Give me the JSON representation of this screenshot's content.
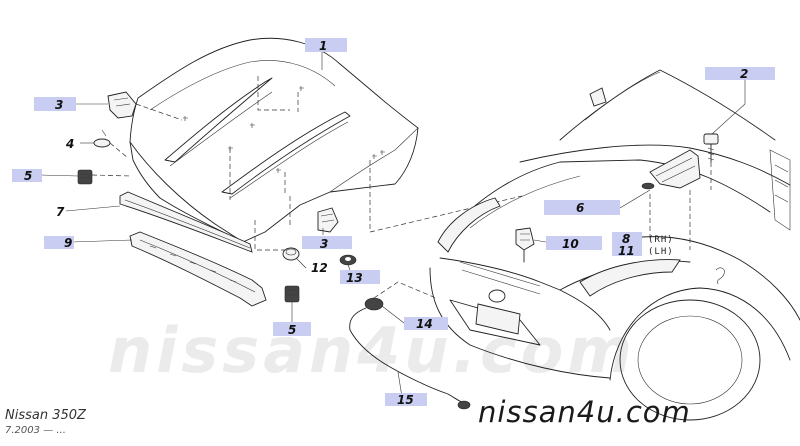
{
  "watermark": {
    "center_text": "nissan4u.com",
    "corner_text": "nissan4u.com"
  },
  "caption": {
    "model": "Nissan 350Z",
    "date": "7.2003 — ..."
  },
  "callouts": {
    "c1": "1",
    "c2": "2",
    "c3a": "3",
    "c3b": "3",
    "c4": "4",
    "c5a": "5",
    "c5b": "5",
    "c6": "6",
    "c7": "7",
    "c8": "8",
    "c9": "9",
    "c10": "10",
    "c11": "11",
    "c12": "12",
    "c13": "13",
    "c14": "14",
    "c15": "15"
  },
  "side_labels": {
    "rh": "(RH)",
    "lh": "(LH)"
  },
  "colors": {
    "callout_background": "#c9cdf1",
    "line_art": "#222222",
    "watermark": "#ebebeb"
  }
}
